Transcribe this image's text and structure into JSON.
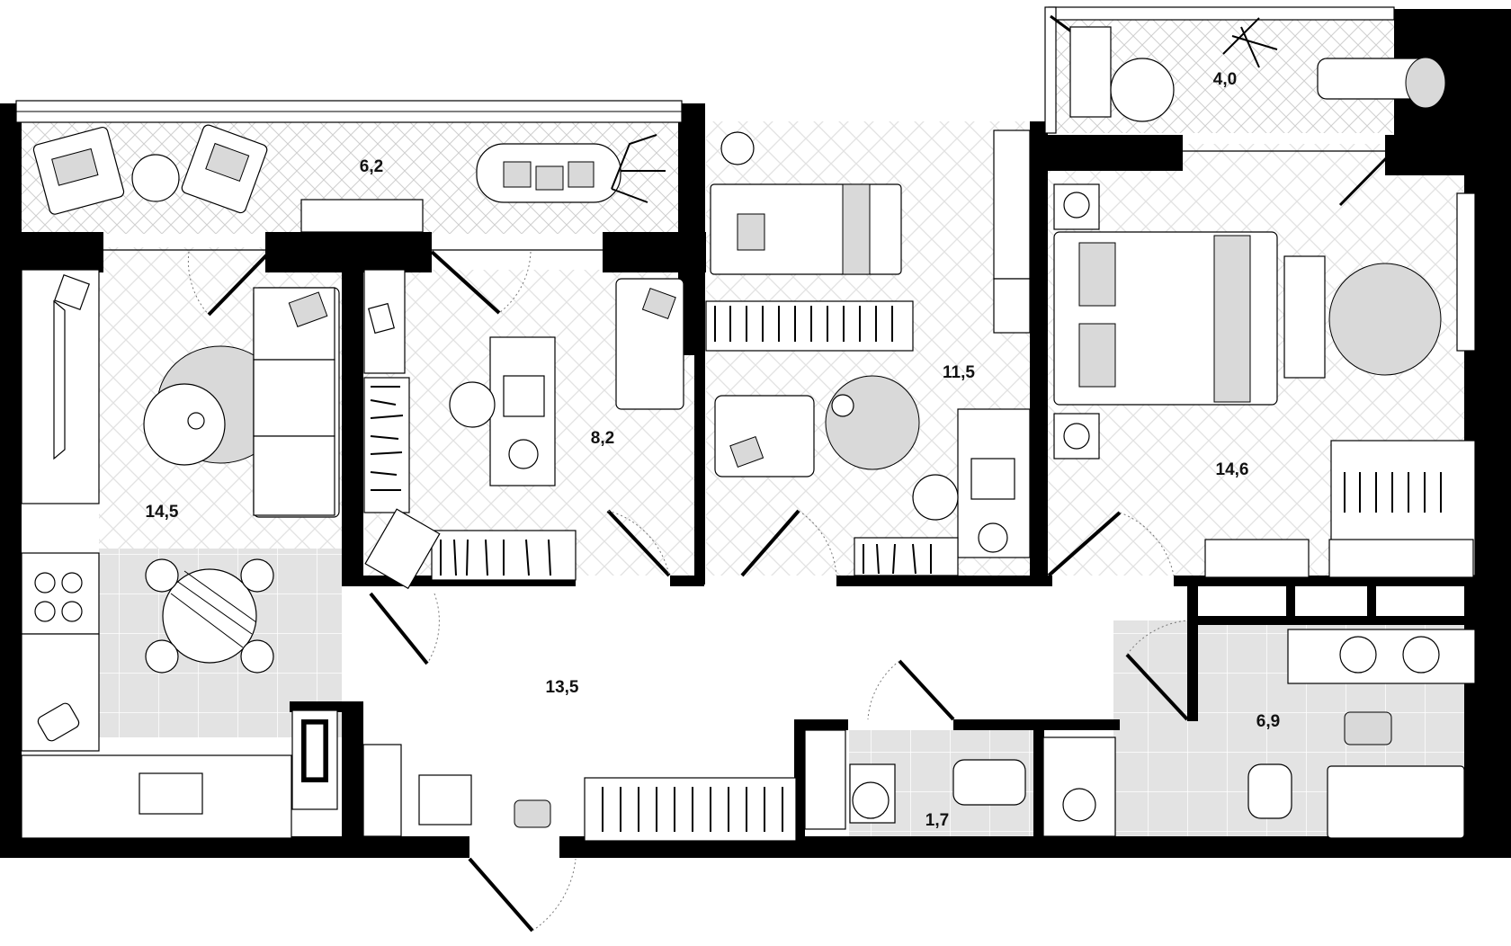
{
  "plan": {
    "rooms": [
      {
        "id": "loggia-living",
        "area": "6,2"
      },
      {
        "id": "loggia-bedroom",
        "area": "4,0"
      },
      {
        "id": "kitchen-living",
        "area": "14,5"
      },
      {
        "id": "study",
        "area": "8,2"
      },
      {
        "id": "kids-bedroom",
        "area": "11,5"
      },
      {
        "id": "master-bedroom",
        "area": "14,6"
      },
      {
        "id": "hallway",
        "area": "13,5"
      },
      {
        "id": "wc",
        "area": "1,7"
      },
      {
        "id": "bathroom",
        "area": "6,9"
      }
    ],
    "colors": {
      "wall": "#000000",
      "tile": "#e3e3e3",
      "rug": "#d9d9d9",
      "background": "#ffffff"
    }
  }
}
